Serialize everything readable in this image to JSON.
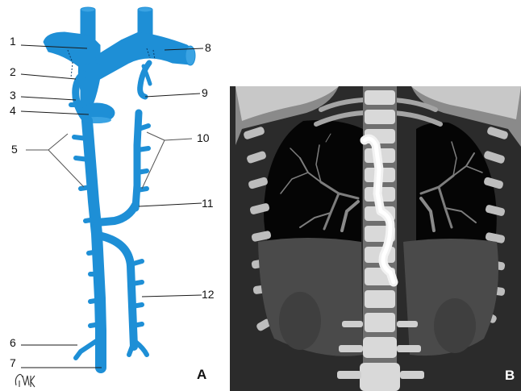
{
  "figure": {
    "panel_a": {
      "letter": "A",
      "signature": "SMK",
      "labels": [
        "1",
        "2",
        "3",
        "4",
        "5",
        "6",
        "7",
        "8",
        "9",
        "10",
        "11",
        "12"
      ]
    },
    "panel_b": {
      "letter": "B"
    }
  },
  "colors": {
    "vein": "#1e8fd6",
    "ct_background": "#2a2a2a",
    "lung_field": "#050505"
  }
}
